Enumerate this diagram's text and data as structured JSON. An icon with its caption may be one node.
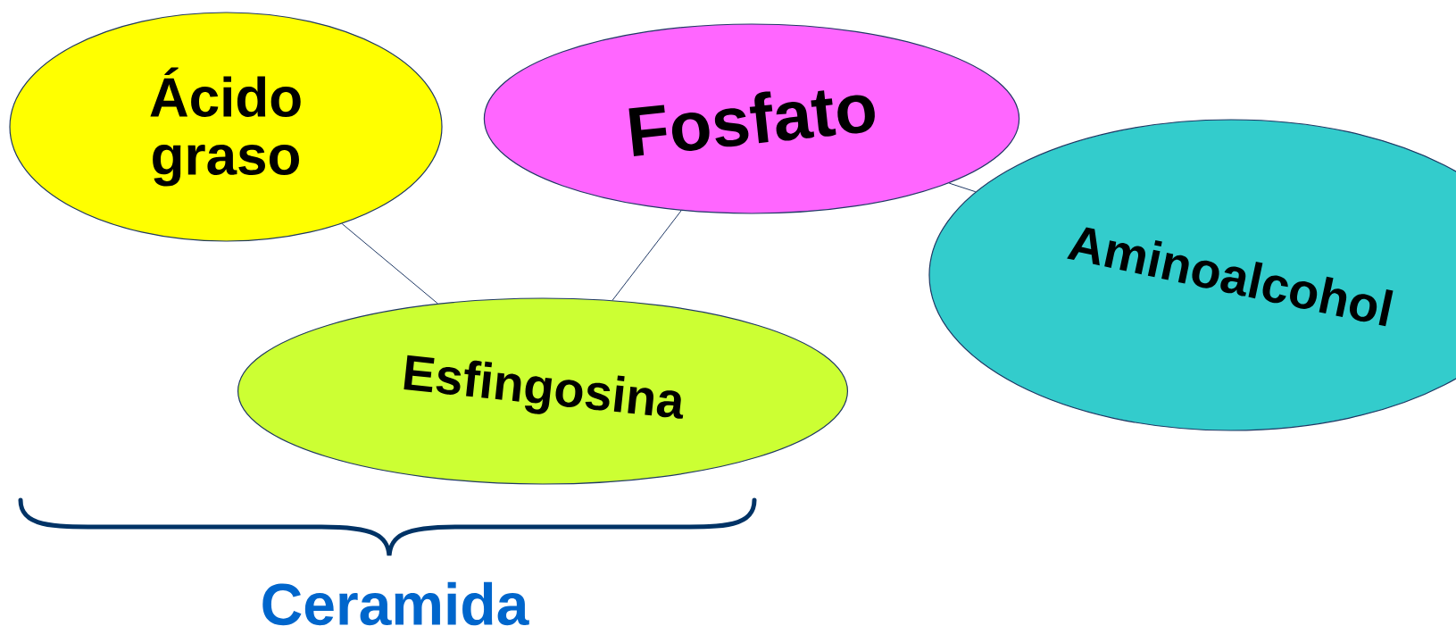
{
  "diagram": {
    "nodes": [
      {
        "text": [
          "Ácido graso"
        ]
      },
      {
        "text": [
          "Fosfato"
        ]
      },
      {
        "text": [
          "Aminoalcohol"
        ]
      },
      {
        "text": [
          "Esfingosina"
        ]
      }
    ],
    "edges": [
      {
        "from": 0,
        "to": 3,
        "arrow": "none"
      },
      {
        "from": 1,
        "to": 3,
        "arrow": "none"
      },
      {
        "from": 1,
        "to": 2,
        "arrow": "none"
      }
    ],
    "labels": [
      "Ceramida"
    ]
  }
}
